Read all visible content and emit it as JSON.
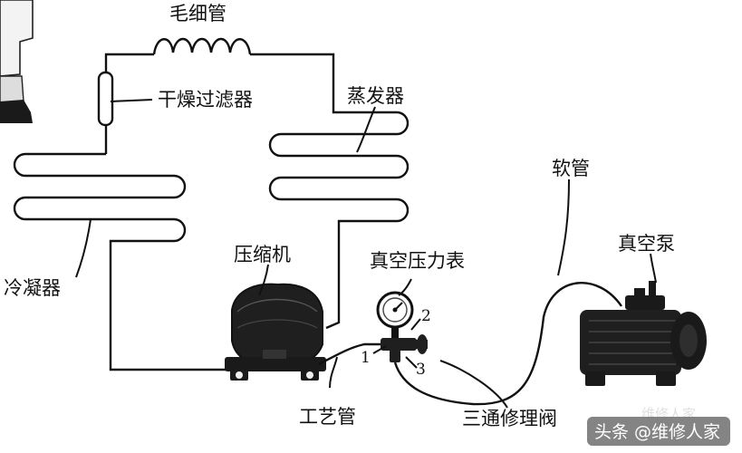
{
  "labels": {
    "capillary": "毛细管",
    "dryer_filter": "干燥过滤器",
    "evaporator": "蒸发器",
    "hose": "软管",
    "condenser": "冷凝器",
    "compressor": "压缩机",
    "vacuum_gauge": "真空压力表",
    "vacuum_pump": "真空泵",
    "process_tube": "工艺管",
    "three_way_valve": "三通修理阀",
    "port_1": "1",
    "port_2": "2",
    "port_3": "3"
  },
  "watermark": {
    "text": "头条 @维修人家",
    "logo_text": "维修人家"
  },
  "colors": {
    "line": "#111111",
    "equipment_dark": "#1f1f1f",
    "watermark_bg": "#6e6e6e"
  }
}
